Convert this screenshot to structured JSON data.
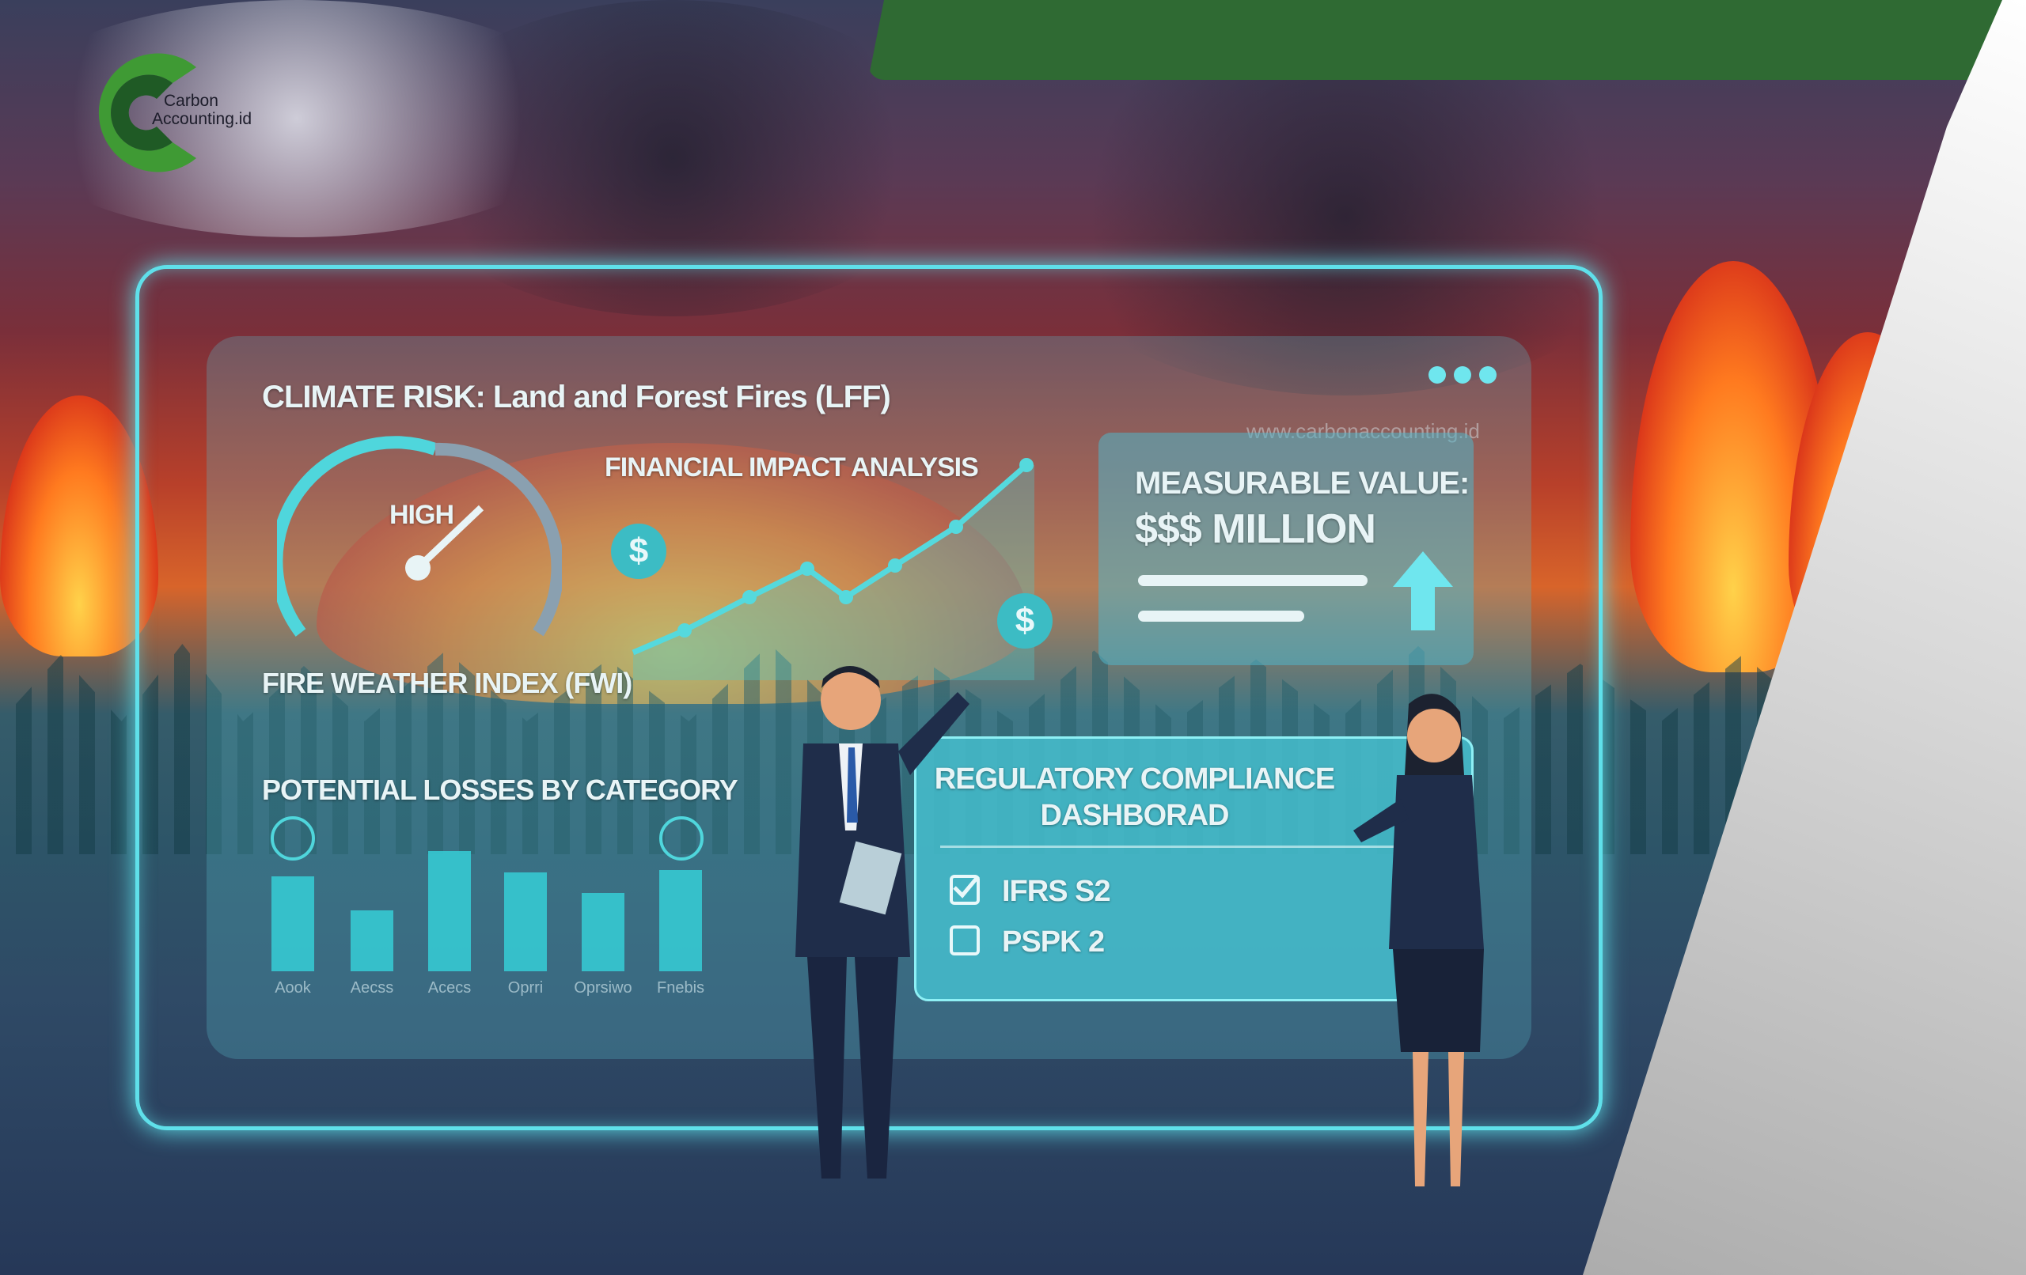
{
  "logo": {
    "line1": "Carbon",
    "line2": "Accounting.id",
    "brand_color": "#2f6a33"
  },
  "watermark": "www.carbonaccounting.id",
  "dashboard": {
    "title": "CLIMATE RISK: Land and Forest Fires (LFF)",
    "gauge": {
      "label": "HIGH",
      "caption": "FIRE WEATHER INDEX (FWI)"
    },
    "financial": {
      "title": "FINANCIAL IMPACT ANALYSIS",
      "currency_icon": "$"
    },
    "measurable": {
      "label": "MEASURABLE VALUE:",
      "value": "$$$ MILLION"
    },
    "losses": {
      "title": "POTENTIAL LOSSES BY CATEGORY",
      "categories": [
        "Aook",
        "Aecss",
        "Acecs",
        "Oprri",
        "Oprsiwo",
        "Fnebis"
      ],
      "values": [
        75,
        48,
        95,
        78,
        62,
        80
      ]
    },
    "compliance": {
      "title1": "REGULATORY COMPLIANCE",
      "title2": "DASHBORAD",
      "items": [
        {
          "label": "IFRS S2",
          "checked": true
        },
        {
          "label": "PSPK 2",
          "checked": false
        }
      ]
    }
  },
  "accent": "#5fe0ea"
}
